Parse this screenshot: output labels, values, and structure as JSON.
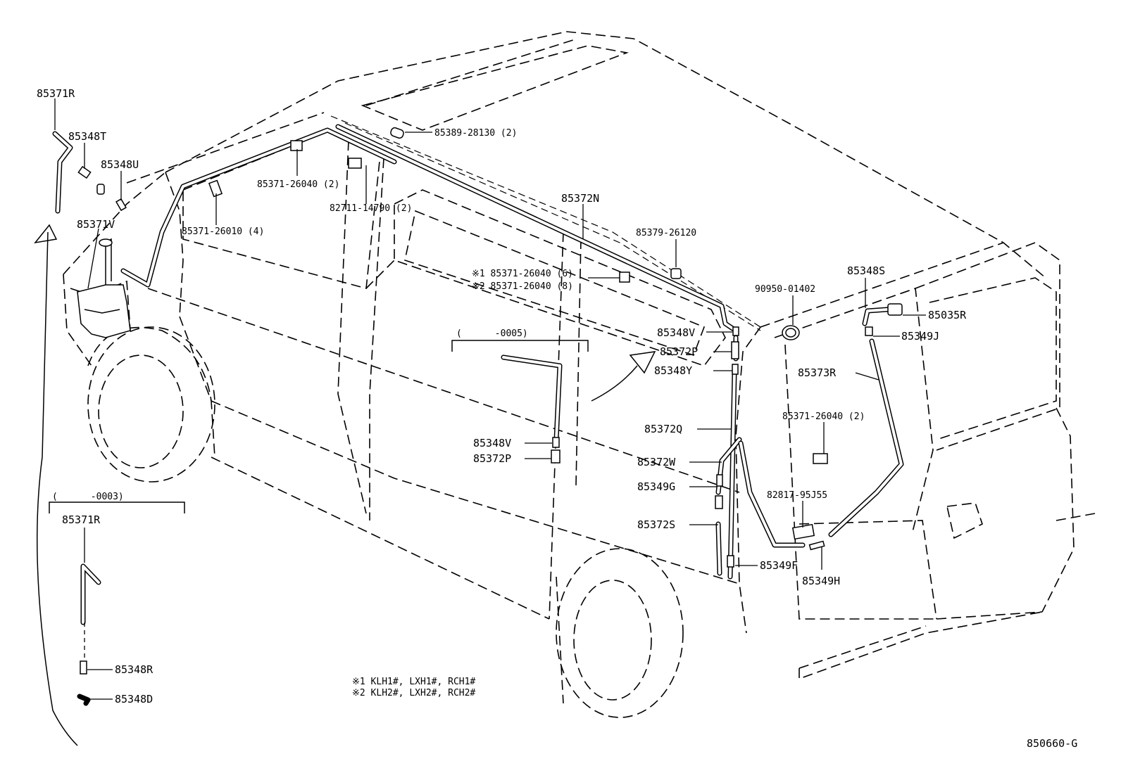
{
  "diagram": {
    "code": "850660-G",
    "notes": [
      "※1 KLH1#, LXH1#, RCH1#",
      "※2 KLH2#, LXH2#, RCH2#"
    ],
    "insets": {
      "front": {
        "range": "(      -0003)",
        "part": "85371R"
      },
      "mid": {
        "range": "(      -0005)"
      }
    },
    "labels": {
      "p85371R_top": "85371R",
      "p85348T": "85348T",
      "p85348U": "85348U",
      "p85371V": "85371V",
      "p85371_26010": "85371-26010 (4)",
      "p85371_26040a": "85371-26040 (2)",
      "p82711_14790": "82711-14790 (2)",
      "p85389_28130": "85389-28130 (2)",
      "p85372N": "85372N",
      "p85379_26120": "85379-26120",
      "note1_part": "※1 85371-26040 (6)",
      "note2_part": "※2 85371-26040 (8)",
      "p90950_01402": "90950-01402",
      "p85348S": "85348S",
      "p85035R": "85035R",
      "p85349J": "85349J",
      "p85348V_r": "85348V",
      "p85372P_r": "85372P",
      "p85348Y": "85348Y",
      "p85373R": "85373R",
      "p85371_26040b": "85371-26040 (2)",
      "p85372Q": "85372Q",
      "p85372W": "85372W",
      "p85349G": "85349G",
      "p82817_95J55": "82817-95J55",
      "p85372S": "85372S",
      "p85349F": "85349F",
      "p85349H": "85349H",
      "p85348V_m": "85348V",
      "p85372P_m": "85372P",
      "p85348R": "85348R",
      "p85348D": "85348D"
    }
  }
}
